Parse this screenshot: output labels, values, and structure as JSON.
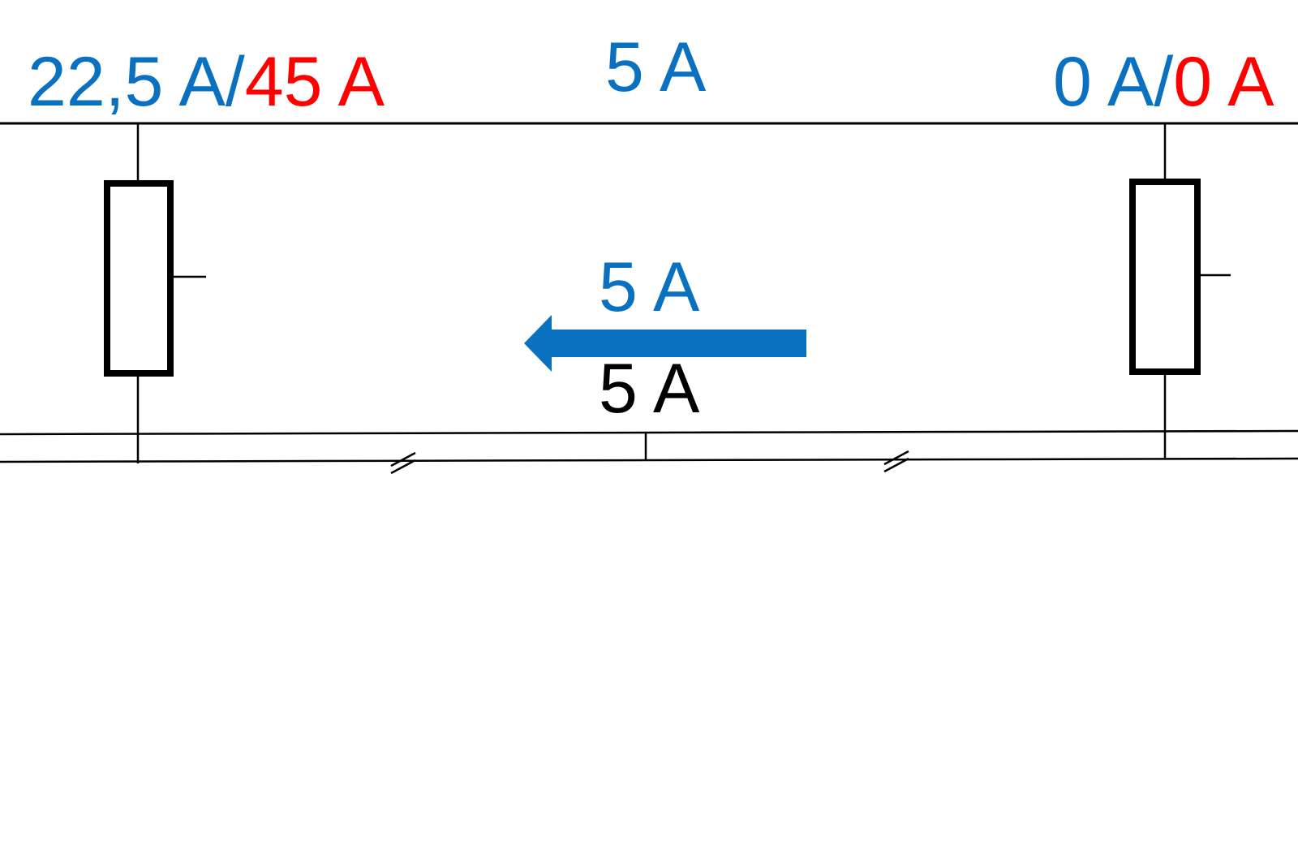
{
  "colors": {
    "primary_current": "#0a71c0",
    "fault_current": "#ff0000",
    "line": "#000000"
  },
  "labels": {
    "left": {
      "primary": "22,5 A/",
      "fault": "45 A"
    },
    "top_center": "5 A",
    "right": {
      "primary": "0 A/",
      "fault": "0 A"
    },
    "arrow_current": "5 A",
    "bus_current": "5 A"
  }
}
